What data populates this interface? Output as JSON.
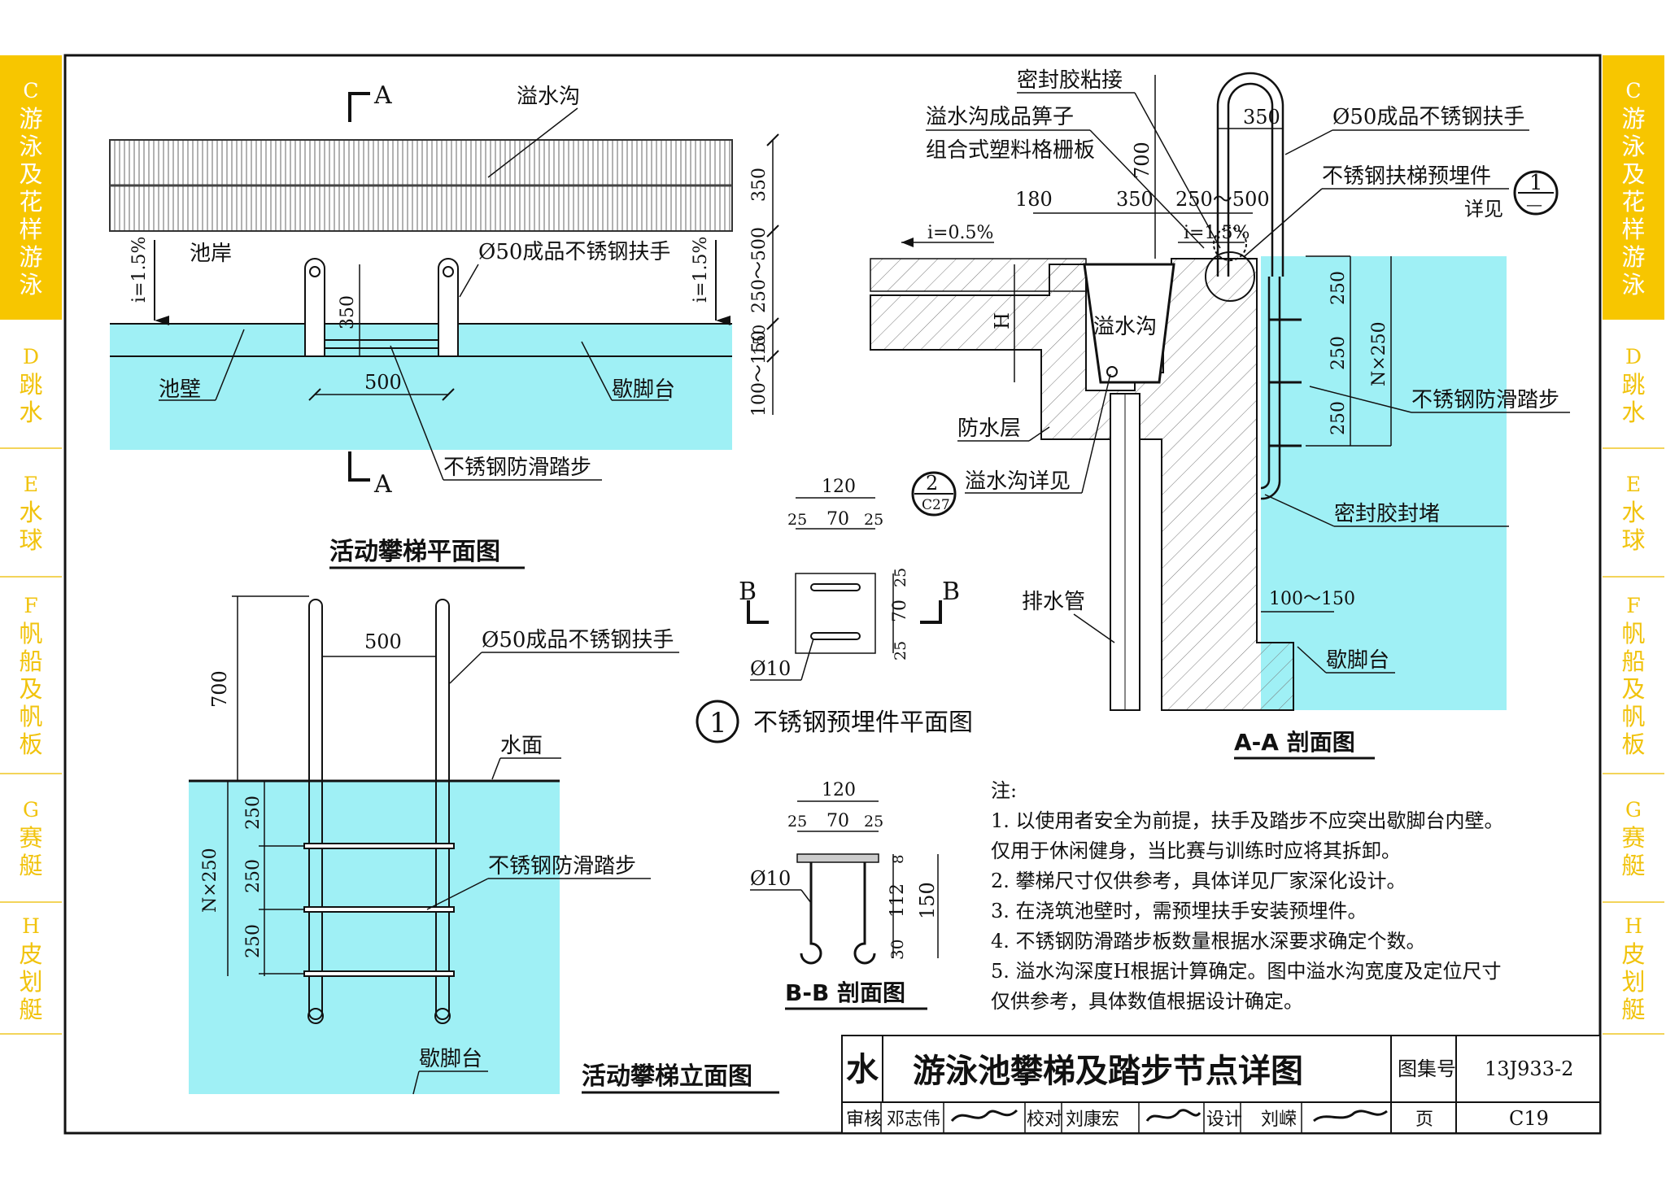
{
  "sidebar": {
    "tabs": [
      {
        "code": "C",
        "label": "游泳及花样游泳",
        "active": true
      },
      {
        "code": "D",
        "label": "跳水",
        "active": false
      },
      {
        "code": "E",
        "label": "水球",
        "active": false
      },
      {
        "code": "F",
        "label": "帆船及帆板",
        "active": false
      },
      {
        "code": "G",
        "label": "赛艇",
        "active": false
      },
      {
        "code": "H",
        "label": "皮划艇",
        "active": false
      }
    ]
  },
  "plan": {
    "title": "活动攀梯平面图",
    "section_mark": "A",
    "gutter": "溢水沟",
    "deck": "池岸",
    "wall": "池壁",
    "ledge": "歇脚台",
    "handrail": "Ø50成品不锈钢扶手",
    "step": "不锈钢防滑踏步",
    "slope_left": "i=1.5%",
    "slope_right": "i=1.5%",
    "dim_spacing": "500",
    "dim_rail_h": "350",
    "dim_gutter_w": "350",
    "dim_deck": "250～500",
    "dim_edge": "150",
    "dim_ledge": "100～150"
  },
  "elevation": {
    "title": "活动攀梯立面图",
    "water": "水面",
    "ledge": "歇脚台",
    "handrail": "Ø50成品不锈钢扶手",
    "step": "不锈钢防滑踏步",
    "dim_width": "500",
    "dim_top": "700",
    "dim_total": "N×250",
    "dim_step": "250"
  },
  "embed_plan": {
    "title": "不锈钢预埋件平面图",
    "number": "1",
    "section_mark": "B",
    "bar": "Ø10",
    "dim_total": "120",
    "dim_side": "25",
    "dim_mid": "70"
  },
  "bb_section": {
    "title": "B-B 剖面图",
    "bar": "Ø10",
    "dim_total": "120",
    "dim_side": "25",
    "dim_mid": "70",
    "dim_plate": "8",
    "dim_leg": "112",
    "dim_hook": "30",
    "dim_height": "150"
  },
  "aa_section": {
    "title": "A-A 剖面图",
    "sealant_bond": "密封胶粘接",
    "grate_1": "溢水沟成品箅子",
    "grate_2": "组合式塑料格栅板",
    "handrail": "Ø50成品不锈钢扶手",
    "embed": "不锈钢扶梯预埋件",
    "see": "详见",
    "ref_num": "1",
    "ref_sheet": "—",
    "gutter": "溢水沟",
    "waterproof": "防水层",
    "gutter_detail": "溢水沟详见",
    "detail_num": "2",
    "detail_sheet": "C27",
    "drain": "排水管",
    "step": "不锈钢防滑踏步",
    "sealant_seal": "密封胶封堵",
    "ledge": "歇脚台",
    "slope_deck": "i=0.5%",
    "slope_edge": "i=1.5%",
    "dim_180": "180",
    "dim_350": "350",
    "dim_deck": "250～500",
    "dim_rail": "350",
    "dim_700": "700",
    "dim_h": "H",
    "dim_step": "250",
    "dim_n": "N×250",
    "dim_ledge": "100～150"
  },
  "notes": {
    "heading": "注:",
    "lines": [
      "1.  以使用者安全为前提，扶手及踏步不应突出歇脚台内壁。",
      "     仅用于休闲健身，当比赛与训练时应将其拆卸。",
      "2.  攀梯尺寸仅供参考，具体详见厂家深化设计。",
      "3.  在浇筑池壁时，需预埋扶手安装预埋件。",
      "4.  不锈钢防滑踏步板数量根据水深要求确定个数。",
      "5.  溢水沟深度H根据计算确定。图中溢水沟宽度及定位尺寸",
      "     仅供参考，具体数值根据设计确定。"
    ]
  },
  "title_block": {
    "category": "水",
    "title": "游泳池攀梯及踏步节点详图",
    "atlas_label": "图集号",
    "atlas_no": "13J933-2",
    "review_label": "审核",
    "reviewer": "邓志伟",
    "check_label": "校对",
    "checker": "刘康宏",
    "design_label": "设计",
    "designer": "刘嵘",
    "page_label": "页",
    "page_no": "C19"
  },
  "colors": {
    "water": "#9ff0f5",
    "sidebar_active": "#f7c600",
    "sidebar_text": "#f1c30d"
  }
}
